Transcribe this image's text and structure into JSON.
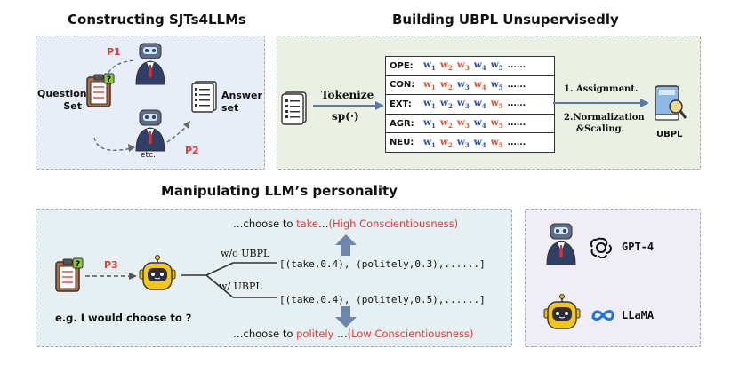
{
  "titles": {
    "constructing": "Constructing SJTs4LLMs",
    "building": "Building UBPL Unsupervisedly",
    "manipulating": "Manipulating LLM’s personality"
  },
  "construct": {
    "question_set": "Question\nSet",
    "answer_set": "Answer\nset",
    "p1": "P1",
    "p2": "P2",
    "etc": "etc."
  },
  "building": {
    "tokenize": "Tokenize",
    "sp": "sp(·)",
    "rows": [
      {
        "trait": "OPE:",
        "words": [
          [
            "w",
            "1",
            "b"
          ],
          [
            "w",
            "2",
            "r"
          ],
          [
            "w",
            "3",
            "r"
          ],
          [
            "w",
            "4",
            "b"
          ],
          [
            "w",
            "5",
            "b"
          ]
        ]
      },
      {
        "trait": "CON:",
        "words": [
          [
            "w",
            "1",
            "r"
          ],
          [
            "w",
            "2",
            "r"
          ],
          [
            "w",
            "3",
            "b"
          ],
          [
            "w",
            "4",
            "r"
          ],
          [
            "w",
            "5",
            "b"
          ]
        ]
      },
      {
        "trait": "EXT:",
        "words": [
          [
            "w",
            "1",
            "b"
          ],
          [
            "w",
            "2",
            "b"
          ],
          [
            "w",
            "3",
            "b"
          ],
          [
            "w",
            "4",
            "b"
          ],
          [
            "w",
            "5",
            "r"
          ]
        ]
      },
      {
        "trait": "AGR:",
        "words": [
          [
            "w",
            "1",
            "b"
          ],
          [
            "w",
            "2",
            "r"
          ],
          [
            "w",
            "3",
            "r"
          ],
          [
            "w",
            "4",
            "b"
          ],
          [
            "w",
            "5",
            "r"
          ]
        ]
      },
      {
        "trait": "NEU:",
        "words": [
          [
            "w",
            "1",
            "b"
          ],
          [
            "w",
            "2",
            "r"
          ],
          [
            "w",
            "3",
            "b"
          ],
          [
            "w",
            "4",
            "b"
          ],
          [
            "w",
            "5",
            "r"
          ]
        ]
      }
    ],
    "ellipsis": "......",
    "assignment": "1. Assignment.",
    "normalization_1": "2.Normalization",
    "normalization_2": "&Scaling.",
    "ubpl": "UBPL"
  },
  "manip": {
    "p3": "P3",
    "prompt": "e.g. I would choose to ?",
    "wo": "w/o UBPL",
    "w": "w/ UBPL",
    "out_wo": "[(take,0.4), (politely,0.3),......]",
    "out_w": "[(take,0.4), (politely,0.5),......]",
    "top_pre": "…choose to ",
    "top_word": "take",
    "top_mid": "…",
    "top_paren": "(High Conscientiousness)",
    "bot_pre": "…choose to ",
    "bot_word": "politely",
    "bot_mid": " …",
    "bot_paren": "(Low Conscientiousness)"
  },
  "models": {
    "gpt": "GPT-4",
    "llama": "LLaMA"
  },
  "colors": {
    "red": "#e53935",
    "blue_word": "#2a4fa8",
    "orange_word": "#e0502c",
    "arrow_blue": "#5b79a8"
  }
}
